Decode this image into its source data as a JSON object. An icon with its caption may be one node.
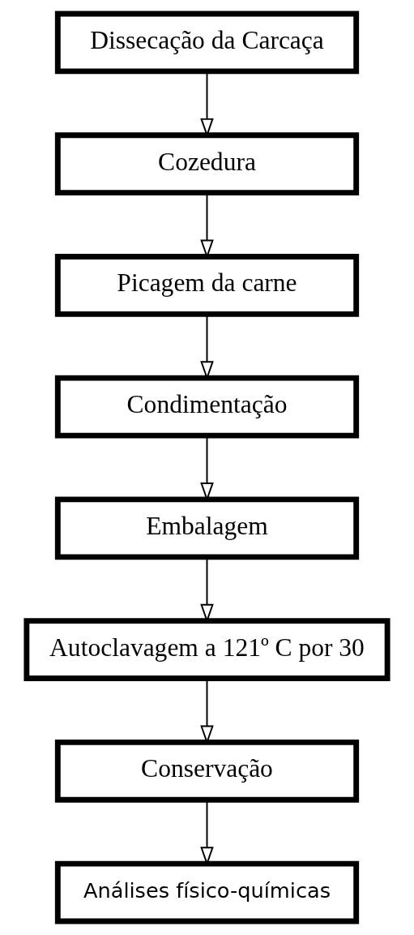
{
  "diagram": {
    "nodes": [
      {
        "text": [
          "Dissecação da Carcaça"
        ]
      },
      {
        "text": [
          "Cozedura"
        ]
      },
      {
        "text": [
          "Picagem da carne"
        ]
      },
      {
        "text": [
          "Condimentação"
        ]
      },
      {
        "text": [
          "Embalagem"
        ]
      },
      {
        "text": [
          "Autoclavagem a 121º C por 30"
        ]
      },
      {
        "text": [
          "Conservação"
        ]
      },
      {
        "text": [
          "Análises físico-químicas"
        ]
      }
    ],
    "edges": [
      {
        "from": 0,
        "to": 1,
        "arrow": "to"
      },
      {
        "from": 1,
        "to": 2,
        "arrow": "to"
      },
      {
        "from": 2,
        "to": 3,
        "arrow": "to"
      },
      {
        "from": 3,
        "to": 4,
        "arrow": "to"
      },
      {
        "from": 4,
        "to": 5,
        "arrow": "to"
      },
      {
        "from": 5,
        "to": 6,
        "arrow": "to"
      },
      {
        "from": 6,
        "to": 7,
        "arrow": "to"
      }
    ]
  }
}
